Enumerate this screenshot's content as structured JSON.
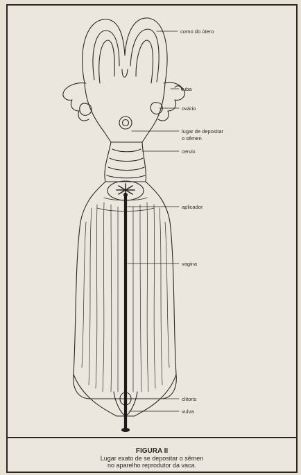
{
  "labels": {
    "corno": "corno do útero",
    "tuba": "tuba",
    "ovario": "ovário",
    "lugar_1": "lugar de depositar",
    "lugar_2": "o sêmen",
    "cervix": "cervix",
    "aplicador": "aplicador",
    "vagina": "vagina",
    "clitoris": "clitoris",
    "vulva": "vulva"
  },
  "caption": {
    "title": "FIGURA II",
    "line1": "Lugar exato de se depositar o sêmen",
    "line2": "no aparelho reprodutor da vaca."
  }
}
